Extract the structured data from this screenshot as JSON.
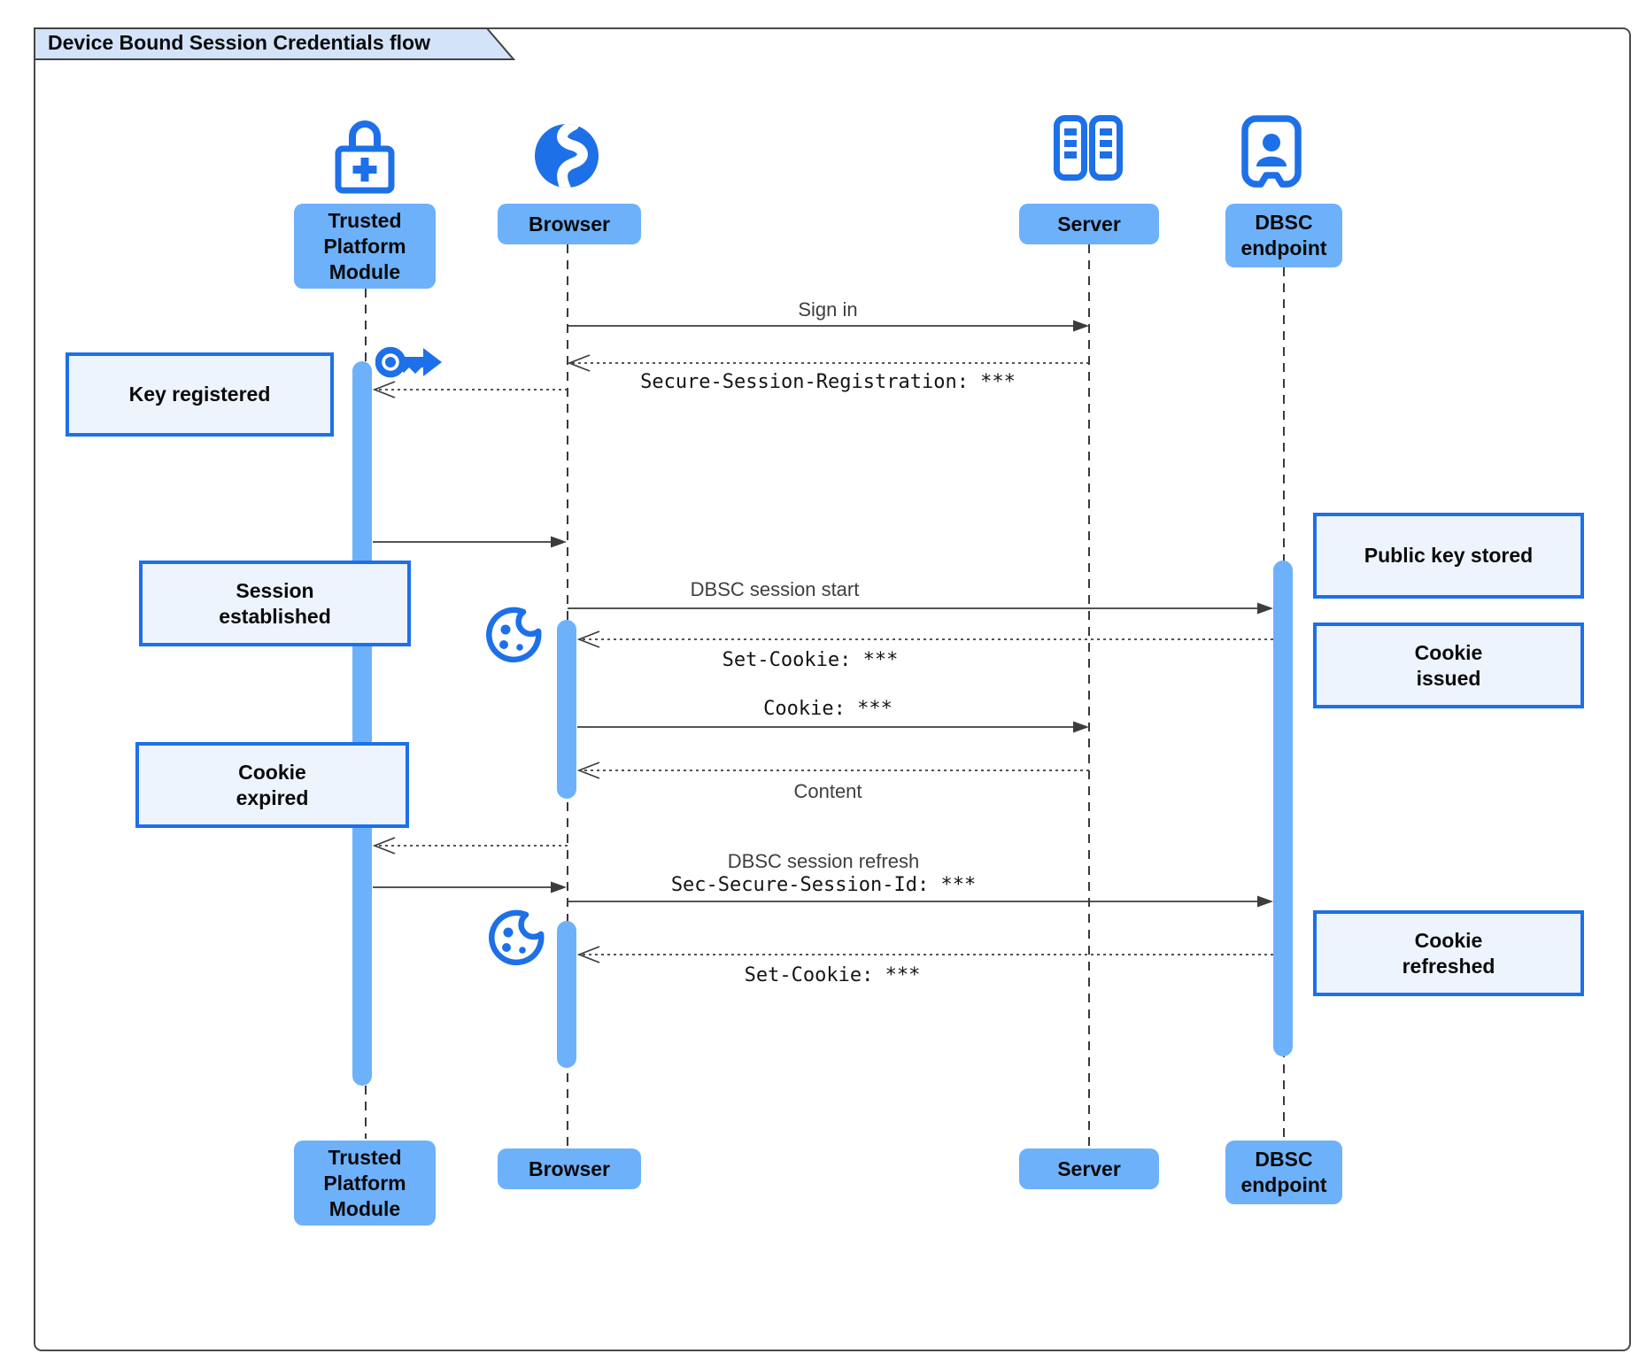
{
  "title": "Device Bound Session Credentials flow",
  "participants": {
    "tpm": {
      "label": "Trusted\nPlatform\nModule",
      "icon": "lock-plus-icon"
    },
    "browser": {
      "label": "Browser",
      "icon": "globe-icon"
    },
    "server": {
      "label": "Server",
      "icon": "server-rack-icon"
    },
    "dbsc": {
      "label": "DBSC\nendpoint",
      "icon": "account-box-icon"
    }
  },
  "messages": {
    "sign_in": {
      "label": "Sign in",
      "from": "Browser",
      "to": "Server",
      "style": "solid"
    },
    "session_registration": {
      "label": "Secure-Session-Registration: ***",
      "from": "Server",
      "to": "Browser",
      "style": "dotted"
    },
    "register_key": {
      "label": "",
      "from": "Browser",
      "to": "Trusted Platform Module",
      "style": "dotted"
    },
    "key_created": {
      "label": "",
      "from": "Trusted Platform Module",
      "to": "Browser",
      "style": "solid"
    },
    "dbsc_session_start": {
      "label": "DBSC session start",
      "from": "Browser",
      "to": "DBSC endpoint",
      "style": "solid"
    },
    "set_cookie_1": {
      "label": "Set-Cookie: ***",
      "from": "DBSC endpoint",
      "to": "Browser",
      "style": "dotted"
    },
    "cookie": {
      "label": "Cookie: ***",
      "from": "Browser",
      "to": "Server",
      "style": "solid"
    },
    "content": {
      "label": "Content",
      "from": "Server",
      "to": "Browser",
      "style": "dotted"
    },
    "expired_signal": {
      "label": "",
      "from": "Browser",
      "to": "Trusted Platform Module",
      "style": "dotted"
    },
    "proof_ready": {
      "label": "",
      "from": "Trusted Platform Module",
      "to": "Browser",
      "style": "solid"
    },
    "dbsc_session_refresh": {
      "label": "DBSC session refresh",
      "label2": "Sec-Secure-Session-Id: ***",
      "from": "Browser",
      "to": "DBSC endpoint",
      "style": "solid"
    },
    "set_cookie_2": {
      "label": "Set-Cookie: ***",
      "from": "DBSC endpoint",
      "to": "Browser",
      "style": "dotted"
    }
  },
  "notes": {
    "key_registered": {
      "text": "Key registered"
    },
    "session_established": {
      "text": "Session\nestablished"
    },
    "cookie_expired": {
      "text": "Cookie\nexpired"
    },
    "public_key_stored": {
      "text": "Public key stored"
    },
    "cookie_issued": {
      "text": "Cookie\nissued"
    },
    "cookie_refreshed": {
      "text": "Cookie\nrefreshed"
    }
  },
  "colors": {
    "icon_blue": "#1d70e8",
    "participant_fill": "#6db1fb",
    "note_fill": "#edf4fe",
    "note_border": "#1d70e8",
    "tab_fill": "#d3e3fa",
    "line": "#3c3c3c"
  }
}
